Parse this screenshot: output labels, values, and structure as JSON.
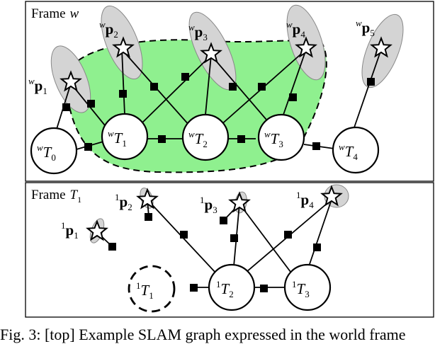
{
  "panel_top": {
    "title_word": "Frame",
    "title_var": "w"
  },
  "panel_bottom": {
    "title_word": "Frame",
    "title_var": "T",
    "title_sub": "1"
  },
  "top_landmarks": [
    {
      "pre": "w",
      "bold": "p",
      "sub": "1"
    },
    {
      "pre": "w",
      "bold": "p",
      "sub": "2"
    },
    {
      "pre": "w",
      "bold": "p",
      "sub": "3"
    },
    {
      "pre": "w",
      "bold": "p",
      "sub": "4"
    },
    {
      "pre": "w",
      "bold": "p",
      "sub": "5"
    }
  ],
  "top_poses": [
    {
      "pre": "w",
      "var": "T",
      "sub": "0"
    },
    {
      "pre": "w",
      "var": "T",
      "sub": "1"
    },
    {
      "pre": "w",
      "var": "T",
      "sub": "2"
    },
    {
      "pre": "w",
      "var": "T",
      "sub": "3"
    },
    {
      "pre": "w",
      "var": "T",
      "sub": "4"
    }
  ],
  "bottom_landmarks": [
    {
      "pre": "1",
      "bold": "p",
      "sub": "1"
    },
    {
      "pre": "1",
      "bold": "p",
      "sub": "2"
    },
    {
      "pre": "1",
      "bold": "p",
      "sub": "3"
    },
    {
      "pre": "1",
      "bold": "p",
      "sub": "4"
    }
  ],
  "bottom_poses": [
    {
      "pre": "1",
      "var": "T",
      "sub": "1"
    },
    {
      "pre": "1",
      "var": "T",
      "sub": "2"
    },
    {
      "pre": "1",
      "var": "T",
      "sub": "3"
    }
  ],
  "caption": "Fig. 3: [top] Example SLAM graph expressed in the world frame",
  "colors": {
    "region_fill": "#8ff08f",
    "ellipse_fill": "#d4d4d4",
    "stroke": "#000000"
  }
}
